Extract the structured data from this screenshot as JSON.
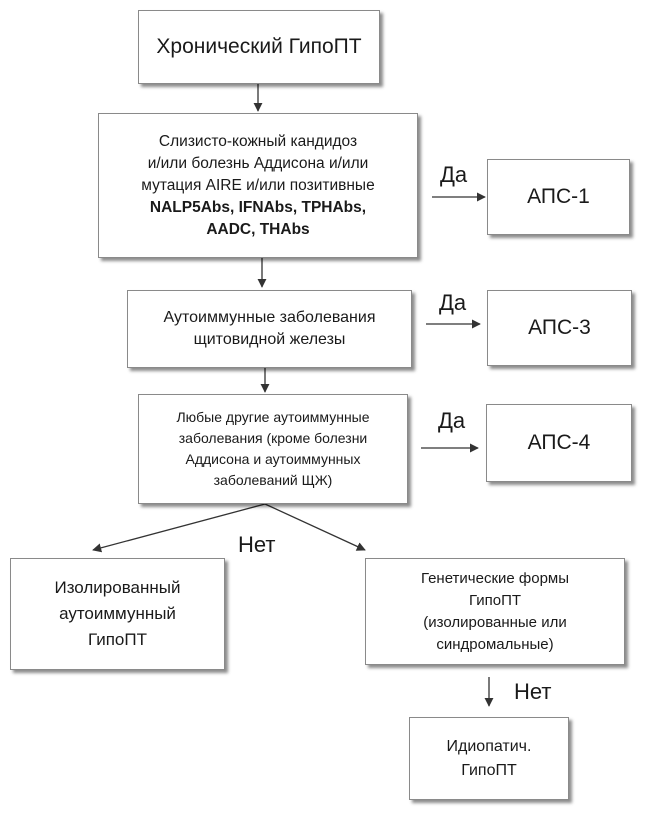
{
  "nodes": {
    "chronic": {
      "text": "Хронический ГипоПТ"
    },
    "criteria1": {
      "lines": [
        "Слизисто-кожный кандидоз",
        "и/или болезнь Аддисона и/или",
        "мутация AIRE и/или позитивные",
        "NALP5Abs, IFNAbs, TPHAbs,",
        "AADC, THAbs"
      ]
    },
    "aps1": {
      "text": "АПС-1"
    },
    "thyroid": {
      "lines": [
        "Аутоиммунные заболевания",
        "щитовидной железы"
      ]
    },
    "aps3": {
      "text": "АПС-3"
    },
    "other": {
      "lines": [
        "Любые другие аутоиммунные",
        "заболевания (кроме болезни",
        "Аддисона и аутоиммунных",
        "заболеваний ЩЖ)"
      ]
    },
    "aps4": {
      "text": "АПС-4"
    },
    "isolated": {
      "lines": [
        "Изолированный",
        "аутоиммунный",
        "ГипоПТ"
      ]
    },
    "genetic": {
      "lines": [
        "Генетические формы",
        "ГипоПТ",
        "(изолированные или",
        "синдромальные)"
      ]
    },
    "idiopathic": {
      "lines": [
        "Идиопатич.",
        "ГипоПТ"
      ]
    }
  },
  "labels": {
    "yes1": "Да",
    "yes2": "Да",
    "yes3": "Да",
    "no1": "Нет",
    "no2": "Нет"
  }
}
